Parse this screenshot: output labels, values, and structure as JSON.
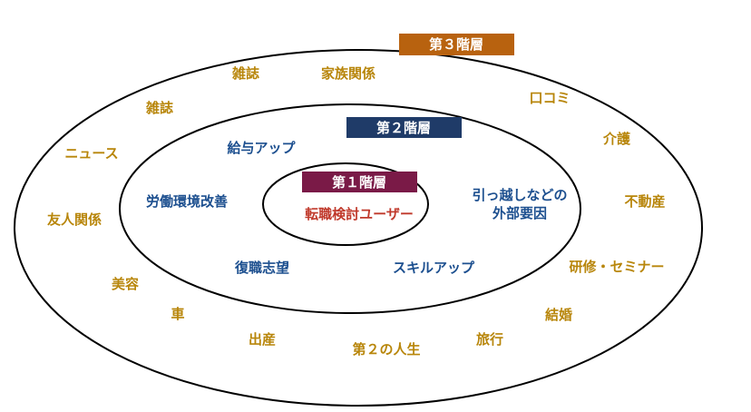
{
  "colors": {
    "tier1": "#7a1a47",
    "tier2": "#1f3b68",
    "tier3": "#b8620f",
    "core_text": "#c0392b",
    "mid_text": "#1c4f8f",
    "outer_text": "#b8860b"
  },
  "tier1": {
    "title": "第１階層",
    "label": "転職検討ユーザー"
  },
  "tier2": {
    "title": "第２階層",
    "items": [
      "給与アップ",
      "労働環境改善",
      "引っ越しなどの",
      "外部要因",
      "復職志望",
      "スキルアップ"
    ]
  },
  "tier3": {
    "title": "第３階層",
    "items": [
      "雑誌",
      "家族関係",
      "口コミ",
      "雑誌",
      "介護",
      "ニュース",
      "不動産",
      "友人関係",
      "研修・セミナー",
      "美容",
      "結婚",
      "車",
      "旅行",
      "出産",
      "第２の人生"
    ]
  }
}
